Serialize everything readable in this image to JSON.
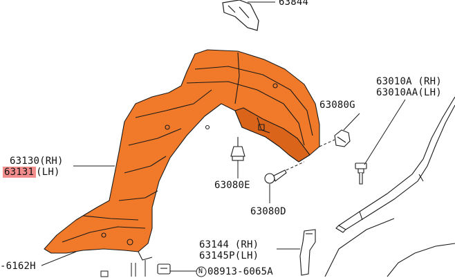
{
  "parts": {
    "p63844": "63844",
    "p63010a": "63010A (RH)",
    "p63010aa": "63010AA(LH)",
    "p63080g": "63080G",
    "p63130": "63130(RH)",
    "p63131_num": "63131",
    "p63131_side": "(LH)",
    "p63080e": "63080E",
    "p63080d": "63080D",
    "p63144": "63144 (RH)",
    "p63145p": "63145P(LH)",
    "p6162h": "-6162H",
    "p08913_circle": "N",
    "p08913": "08913-6065A"
  },
  "colors": {
    "liner_fill": "#f07a2a",
    "liner_shade": "#d9641a",
    "line": "#1a1a1a",
    "highlight": "#f28d8d"
  }
}
